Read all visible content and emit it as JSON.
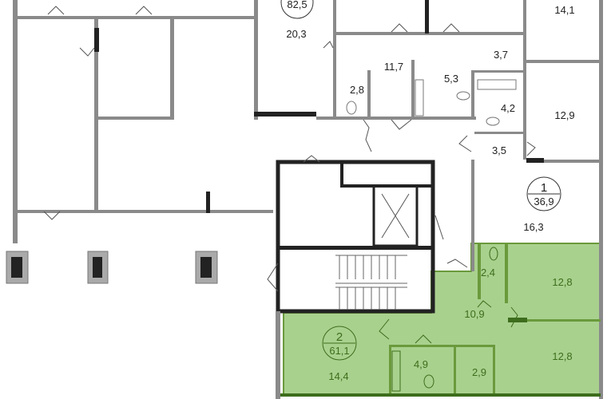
{
  "colors": {
    "highlight_fill": "#a9d18e",
    "highlight_text": "#3d6e1c",
    "wall": "#8a8a8a",
    "thick_wall": "#222222"
  },
  "apartments": [
    {
      "number": "",
      "total_area": "82,5",
      "rooms": [
        "20,3",
        "11,7",
        "2,8",
        "5,3",
        "3,7",
        "14,1",
        "4,2",
        "12,9"
      ]
    },
    {
      "number": "1",
      "total_area": "36,9",
      "rooms": [
        "3,5",
        "16,3"
      ]
    },
    {
      "number": "2",
      "total_area": "61,1",
      "rooms": [
        "2,4",
        "12,8",
        "10,9",
        "12,8",
        "14,4",
        "4,9",
        "2,9"
      ],
      "highlighted": true
    }
  ]
}
